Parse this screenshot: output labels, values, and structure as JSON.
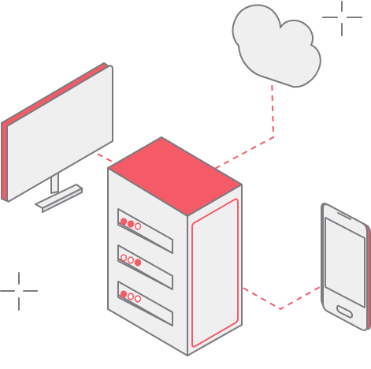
{
  "colors": {
    "accent": "#F45B67",
    "outline": "#7B7B7F",
    "surface": "#EFEFF0",
    "surface_dark": "#E1E1E4",
    "white": "#FFFFFF"
  },
  "icons": [
    "sparkle-icon",
    "cloud-icon",
    "desktop-monitor-icon",
    "server-rack-icon",
    "smartphone-icon"
  ],
  "server": {
    "drive_bays": [
      {
        "indicators": [
          "filled",
          "filled",
          "hollow"
        ]
      },
      {
        "indicators": [
          "hollow",
          "hollow",
          "filled"
        ]
      },
      {
        "indicators": [
          "filled",
          "hollow",
          "hollow"
        ]
      }
    ]
  }
}
